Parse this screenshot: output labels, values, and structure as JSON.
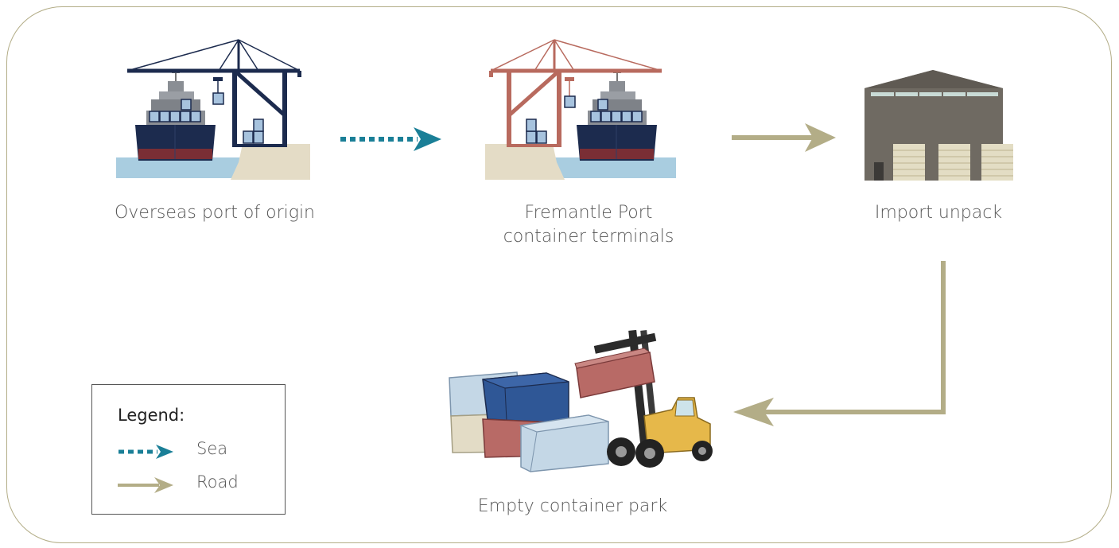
{
  "nodes": {
    "origin": {
      "label": "Overseas port of origin"
    },
    "fremantle": {
      "label_line1": "Fremantle Port",
      "label_line2": "container terminals"
    },
    "unpack": {
      "label": "Import unpack"
    },
    "park": {
      "label": "Empty container park"
    }
  },
  "legend": {
    "title": "Legend:",
    "sea_label": "Sea",
    "road_label": "Road"
  },
  "colors": {
    "sea": "#1a7f97",
    "road": "#b3ad87",
    "frame": "#b3ad87",
    "crane_navy": "#1c2b4e",
    "crane_red": "#b86a5e",
    "water": "#a9cde0",
    "quay": "#e4dcc6",
    "warehouse": "#6f6a62"
  },
  "edges": [
    {
      "from": "Overseas port of origin",
      "to": "Fremantle Port container terminals",
      "mode": "Sea"
    },
    {
      "from": "Fremantle Port container terminals",
      "to": "Import unpack",
      "mode": "Road"
    },
    {
      "from": "Import unpack",
      "to": "Empty container park",
      "mode": "Road"
    }
  ]
}
